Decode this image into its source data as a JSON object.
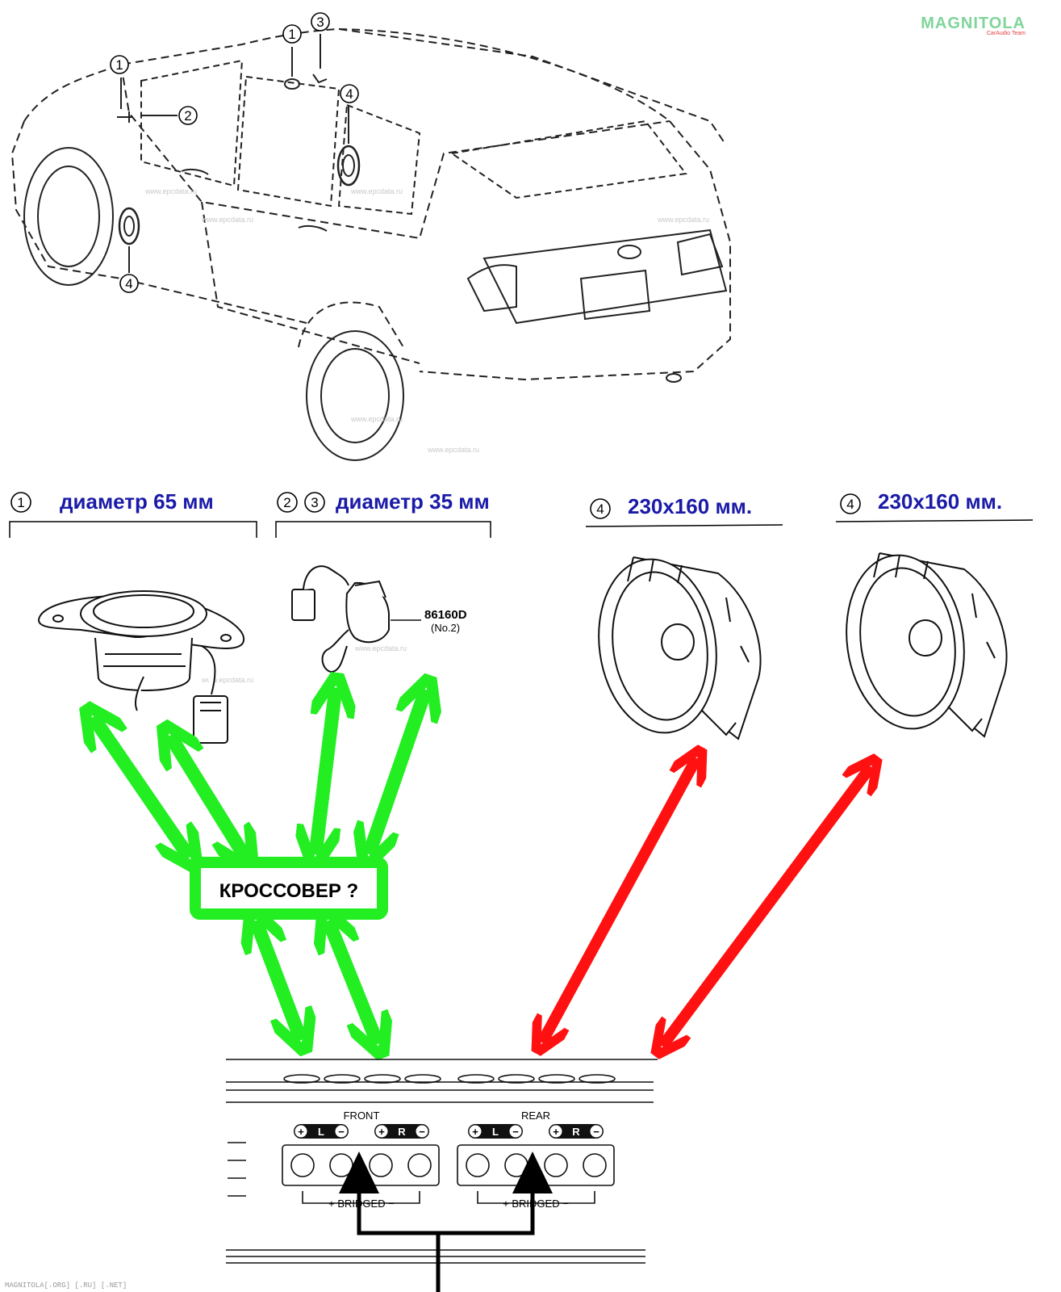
{
  "logo": {
    "brand": "MAGNITOLA",
    "tagline": "CarAudio Team"
  },
  "watermark": "www.epcdata.ru",
  "callouts": {
    "c1": "1",
    "c2": "2",
    "c3": "3",
    "c4": "4"
  },
  "sections": [
    {
      "ids": [
        "1"
      ],
      "title": "диаметр 65 мм"
    },
    {
      "ids": [
        "2",
        "3"
      ],
      "title": "диаметр 35 мм"
    },
    {
      "ids": [
        "4"
      ],
      "title": "230x160 мм."
    },
    {
      "ids": [
        "4"
      ],
      "title": "230x160 мм."
    }
  ],
  "part_number": {
    "code": "86160D",
    "variant": "(No.2)"
  },
  "crossover_label": "КРОССОВЕР ?",
  "amplifier": {
    "front_label": "FRONT",
    "rear_label": "REAR",
    "channel_left": "L",
    "channel_right": "R",
    "plus": "+",
    "minus": "−",
    "bridged_label": "+ BRIDGED −"
  },
  "footer": "MAGNITOLA[.ORG] [.RU] [.NET]",
  "colors": {
    "heading": "#1a1aa8",
    "green_arrow": "#22ee22",
    "red_arrow": "#ff1111"
  }
}
